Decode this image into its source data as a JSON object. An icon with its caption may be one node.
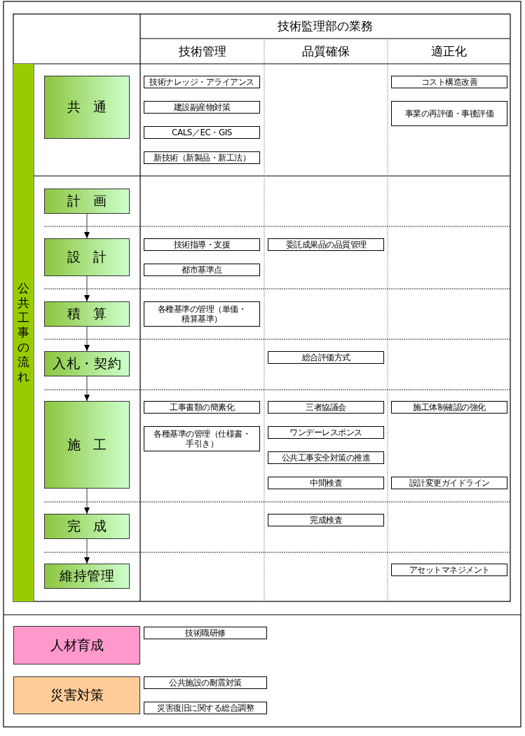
{
  "diagram": {
    "nodes": [
      {
        "text": [
          "公共工事の流れ"
        ]
      },
      {
        "text": [
          "共通"
        ]
      },
      {
        "text": [
          "技術ナレッジ・アライアンス"
        ]
      },
      {
        "text": [
          "建設副産物対策"
        ]
      },
      {
        "text": [
          "CALS／EC・GIS"
        ]
      },
      {
        "text": [
          "新技術（新製品・新工法）"
        ]
      },
      {
        "text": [
          "コスト構造改善"
        ]
      },
      {
        "text": [
          "事業の再評価・事後評価"
        ]
      },
      {
        "text": [
          "計画"
        ]
      },
      {
        "text": [
          "設計"
        ]
      },
      {
        "text": [
          "技術指導・支援"
        ]
      },
      {
        "text": [
          "都市基準点"
        ]
      },
      {
        "text": [
          "委託成果品の品質管理"
        ]
      },
      {
        "text": [
          "積算"
        ]
      },
      {
        "text": [
          "各種基準の管理（単価・積算基準）"
        ]
      },
      {
        "text": [
          "入札・契約"
        ]
      },
      {
        "text": [
          "総合評価方式"
        ]
      },
      {
        "text": [
          "施工"
        ]
      },
      {
        "text": [
          "工事書類の簡素化"
        ]
      },
      {
        "text": [
          "各種基準の管理（仕様書・手引き）"
        ]
      },
      {
        "text": [
          "三者協議会"
        ]
      },
      {
        "text": [
          "ワンデーレスポンス"
        ]
      },
      {
        "text": [
          "公共工事安全対策の推進"
        ]
      },
      {
        "text": [
          "中間検査"
        ]
      },
      {
        "text": [
          "施工体制確認の強化"
        ]
      },
      {
        "text": [
          "設計変更ガイドライン"
        ]
      },
      {
        "text": [
          "完成"
        ]
      },
      {
        "text": [
          "完成検査"
        ]
      },
      {
        "text": [
          "維持管理"
        ]
      },
      {
        "text": [
          "アセットマネジメント"
        ]
      },
      {
        "text": [
          "人材育成"
        ]
      },
      {
        "text": [
          "技術職研修"
        ]
      },
      {
        "text": [
          "災害対策"
        ]
      },
      {
        "text": [
          "公共施設の耐震対策"
        ]
      },
      {
        "text": [
          "災害復旧に関する総合調整"
        ]
      }
    ],
    "edges": [
      {
        "from": 8,
        "to": 9,
        "arrow": "to"
      },
      {
        "from": 9,
        "to": 13,
        "arrow": "to"
      },
      {
        "from": 13,
        "to": 15,
        "arrow": "to"
      },
      {
        "from": 15,
        "to": 17,
        "arrow": "to"
      },
      {
        "from": 17,
        "to": 26,
        "arrow": "to"
      },
      {
        "from": 26,
        "to": 28,
        "arrow": "to"
      }
    ],
    "labels": [
      "技術監理部の業務",
      "技術管理",
      "品質確保",
      "適正化"
    ]
  }
}
